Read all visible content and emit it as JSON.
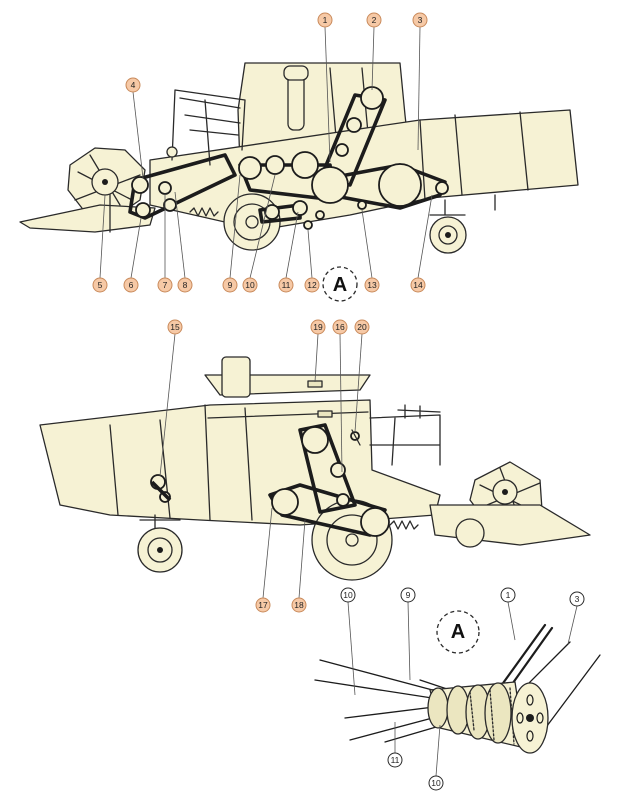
{
  "callouts": {
    "c1": "1",
    "c2": "2",
    "c3": "3",
    "c4": "4",
    "c5": "5",
    "c6": "6",
    "c7": "7",
    "c8": "8",
    "c9": "9",
    "c10": "10",
    "c11": "11",
    "c12": "12",
    "c13": "13",
    "c14": "14",
    "c15": "15",
    "c16": "16",
    "c17": "17",
    "c18": "18",
    "c19": "19",
    "c20": "20",
    "d1": "1",
    "d3": "3",
    "d9": "9",
    "d10a": "10",
    "d10b": "10",
    "d11": "11"
  },
  "detail_marker": "A",
  "colors": {
    "machine_fill": "#f6f2d4",
    "callout_fill": "#f6c9a6",
    "line": "#2a2a2a"
  }
}
